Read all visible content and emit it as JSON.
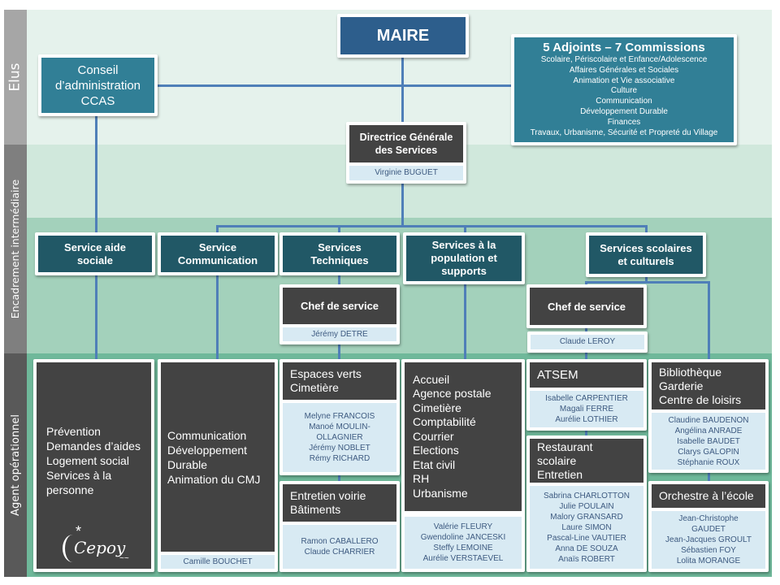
{
  "bands": [
    {
      "label": "Elus",
      "color": "#e5f2ec"
    },
    {
      "label": "Encadrement intermédiaire",
      "color": "#d0e8dc"
    },
    {
      "label": "",
      "color": "#a3d1bb"
    },
    {
      "label": "Agent opérationnel",
      "color": "#6fb89a"
    }
  ],
  "colors": {
    "line": "#4f7fb8",
    "teal": "#317f96",
    "navy": "#2d5e8c",
    "dark_teal": "#215866",
    "dark_gray": "#434343",
    "name_strip": "#d8eaf3"
  },
  "elus": {
    "maire": "MAIRE",
    "ccas": [
      "Conseil",
      "d’administration",
      "CCAS"
    ],
    "adjoints": {
      "title": "5 Adjoints – 7 Commissions",
      "commissions": [
        "Scolaire, Périscolaire et Enfance/Adolescence",
        "Affaires Générales et Sociales",
        "Animation et Vie associative",
        "Culture",
        "Communication",
        "Développement Durable",
        "Finances",
        "Travaux, Urbanisme, Sécurité et Propreté du Village"
      ]
    }
  },
  "dgs": {
    "title": [
      "Directrice Générale",
      "des Services"
    ],
    "name": "Virginie BUGUET"
  },
  "services": {
    "aide_sociale": [
      "Service aide",
      "sociale"
    ],
    "communication": [
      "Service",
      "Communication"
    ],
    "techniques": [
      "Services",
      "Techniques"
    ],
    "population": [
      "Services à la",
      "population et",
      "supports"
    ],
    "scolaires": [
      "Services scolaires",
      "et culturels"
    ]
  },
  "chefs": {
    "techniques": {
      "title": "Chef de service",
      "name": "Jérémy DETRE"
    },
    "scolaires": {
      "title": "Chef de service",
      "name": "Claude LEROY"
    }
  },
  "agents": {
    "aide_sociale": {
      "tasks": [
        "Prévention",
        "Demandes d’aides",
        "Logement social",
        "Services à la",
        "personne"
      ],
      "logo": "Cepoy"
    },
    "communication": {
      "tasks": [
        "Communication",
        "Développement",
        "Durable",
        "Animation du CMJ"
      ],
      "names": [
        "Camille BOUCHET"
      ]
    },
    "espaces_verts": {
      "tasks": [
        "Espaces verts",
        "Cimetière"
      ],
      "names": [
        "Melyne FRANCOIS",
        "Manoé MOULIN-",
        "OLLAGNIER",
        "Jérémy NOBLET",
        "Rémy RICHARD"
      ]
    },
    "voirie": {
      "tasks": [
        "Entretien voirie",
        "Bâtiments"
      ],
      "names": [
        "Ramon CABALLERO",
        "Claude CHARRIER"
      ]
    },
    "population": {
      "tasks": [
        "Accueil",
        "Agence postale",
        "Cimetière",
        "Comptabilité",
        "Courrier",
        "Elections",
        "Etat civil",
        "RH",
        "Urbanisme"
      ],
      "names": [
        "Valérie FLEURY",
        "Gwendoline JANCESKI",
        "Steffy LEMOINE",
        "Aurélie VERSTAEVEL"
      ]
    },
    "atsem": {
      "tasks": [
        "ATSEM"
      ],
      "names": [
        "Isabelle CARPENTIER",
        "Magali FERRE",
        "Aurélie LOTHIER"
      ]
    },
    "restaurant": {
      "tasks": [
        "Restaurant",
        "scolaire",
        "Entretien"
      ],
      "names": [
        "Sabrina CHARLOTTON",
        "Julie POULAIN",
        "Malory GRANSARD",
        "Laure SIMON",
        "Pascal-Line VAUTIER",
        "Anna DE SOUZA",
        "Anaïs ROBERT"
      ]
    },
    "bibliotheque": {
      "tasks": [
        "Bibliothèque",
        "Garderie",
        "Centre de loisirs"
      ],
      "names": [
        "Claudine BAUDENON",
        "Angélina ANRADE",
        "Isabelle BAUDET",
        "Clarys GALOPIN",
        "Stéphanie ROUX"
      ]
    },
    "orchestre": {
      "tasks": [
        "Orchestre à l’école"
      ],
      "names": [
        "Jean-Christophe",
        "GAUDET",
        "Jean-Jacques GROULT",
        "Sébastien FOY",
        "Lolita MORANGE"
      ]
    }
  }
}
